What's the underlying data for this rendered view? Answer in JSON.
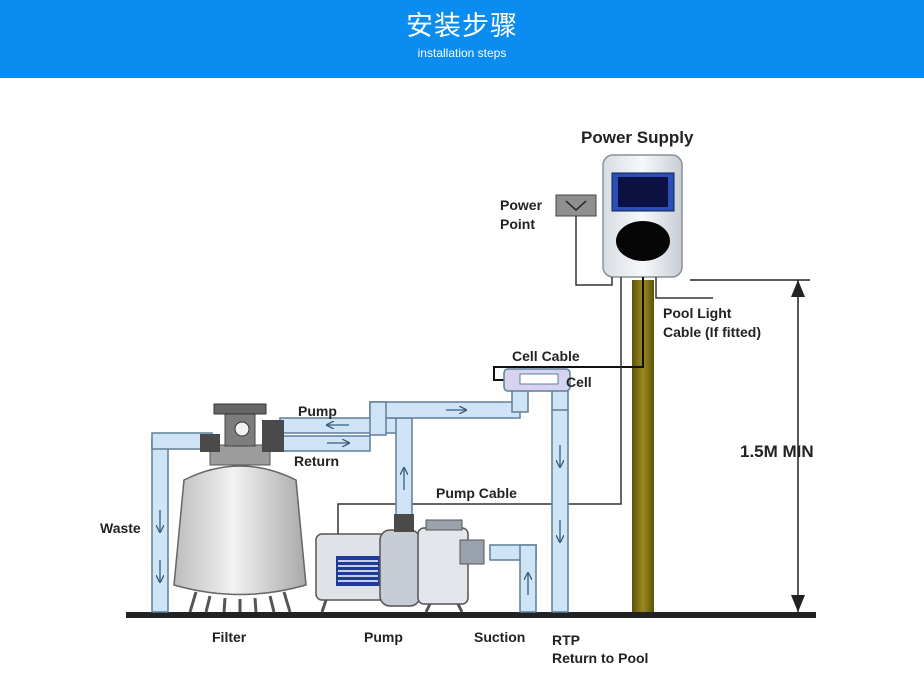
{
  "header": {
    "title": "安装步骤",
    "subtitle": "installation steps"
  },
  "diagram": {
    "labels": {
      "power_supply": "Power Supply",
      "power_point_1": "Power",
      "power_point_2": "Point",
      "pool_light_1": "Pool Light",
      "pool_light_2": "Cable (If fitted)",
      "cell_cable": "Cell Cable",
      "cell": "Cell",
      "pump_top": "Pump",
      "return": "Return",
      "pump_cable": "Pump Cable",
      "waste": "Waste",
      "height": "1.5M MIN",
      "filter": "Filter",
      "pump_bottom": "Pump",
      "suction": "Suction",
      "rtp": "RTP",
      "return_to_pool": "Return to Pool"
    },
    "colors": {
      "banner": "#0a8cf0",
      "pipe_fill": "#cfe4f6",
      "pipe_stroke": "#5f7f99",
      "pole": "#7a6a12",
      "motor_blue": "#1e3a9a"
    }
  }
}
